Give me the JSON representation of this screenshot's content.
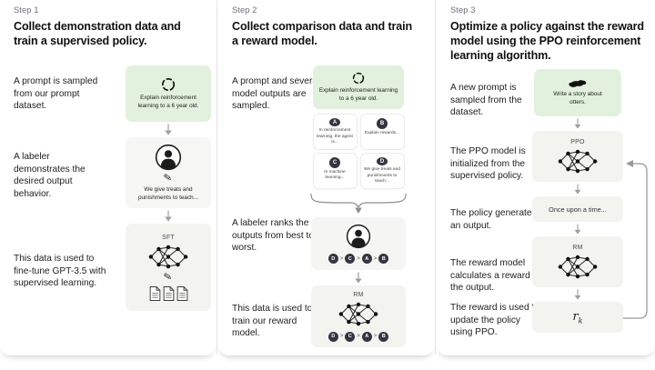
{
  "colors": {
    "green_box": "#e2f1dd",
    "gray_box": "#f3f3f0",
    "badge": "#343541",
    "accent_text": "#111111"
  },
  "columns": [
    {
      "step_label": "Step 1",
      "heading": "Collect demonstration data and train a supervised policy.",
      "rows": [
        {
          "text": "A prompt is sampled from our prompt dataset.",
          "box_caption": "Explain reinforcement learning to a 6 year old."
        },
        {
          "text": "A labeler demonstrates the desired output behavior.",
          "box_caption": "We give treats and punishments to teach..."
        },
        {
          "text": "This data is used to fine-tune GPT-3.5 with supervised learning.",
          "box_label": "SFT"
        }
      ]
    },
    {
      "step_label": "Step 2",
      "heading": "Collect comparison data and train a reward model.",
      "rank_separator": ">",
      "rows": [
        {
          "text": "A prompt and several model outputs are sampled.",
          "box_caption": "Explain reinforcement learning to a 6 year old.",
          "outputs": [
            {
              "letter": "A",
              "text": "In reinforcement learning, the agent is..."
            },
            {
              "letter": "B",
              "text": "Explain rewards..."
            },
            {
              "letter": "C",
              "text": "In machine learning..."
            },
            {
              "letter": "D",
              "text": "We give treats and punishments to teach..."
            }
          ]
        },
        {
          "text": "A labeler ranks the outputs from best to worst.",
          "ranking": [
            "D",
            "C",
            "A",
            "B"
          ]
        },
        {
          "text": "This data is used to train our reward model.",
          "box_label": "RM",
          "ranking": [
            "D",
            "C",
            "A",
            "B"
          ]
        }
      ]
    },
    {
      "step_label": "Step 3",
      "heading": "Optimize a policy against the reward model using the PPO reinforcement learning algorithm.",
      "rows": [
        {
          "text": "A new prompt is sampled from the dataset.",
          "box_caption": "Write a story about otters."
        },
        {
          "text": "The PPO model is initialized from the supervised policy.",
          "box_label": "PPO"
        },
        {
          "text": "The policy generates an output.",
          "box_caption": "Once upon a time..."
        },
        {
          "text": "The reward model calculates a reward for the output.",
          "box_label": "RM"
        },
        {
          "text": "The reward is used to update the policy using PPO.",
          "reward_symbol": "r",
          "reward_subscript": "k"
        }
      ]
    }
  ]
}
